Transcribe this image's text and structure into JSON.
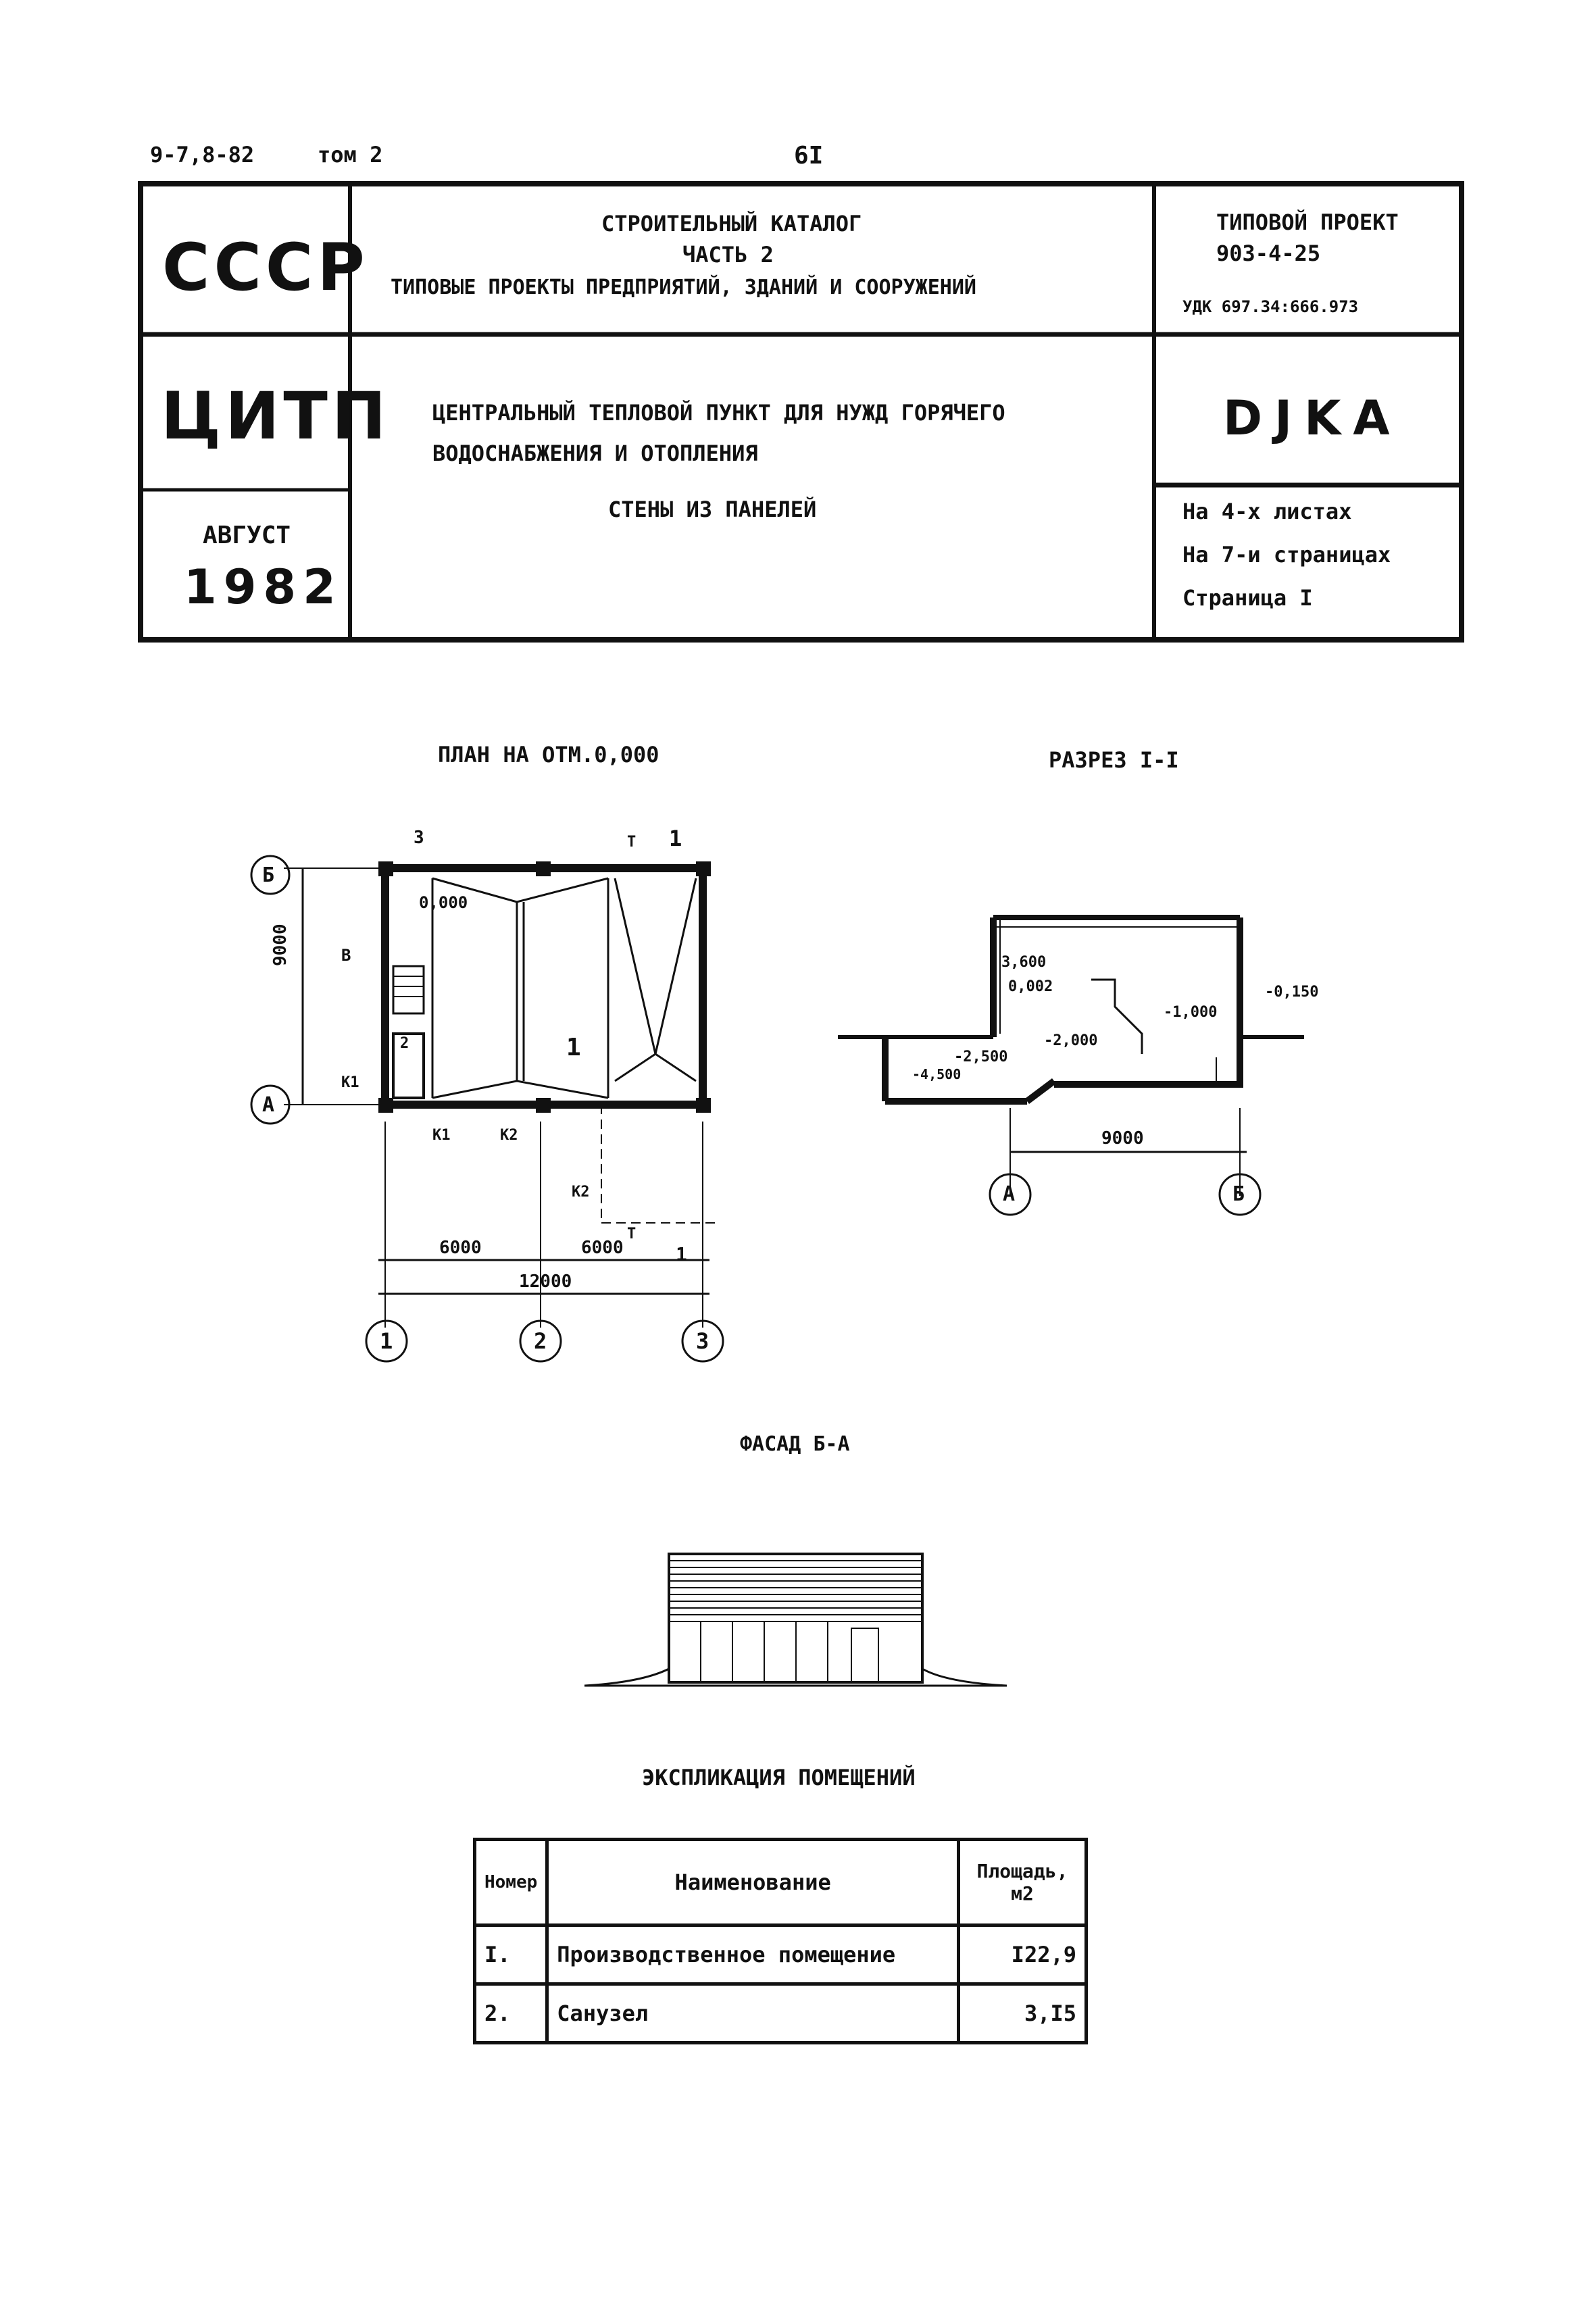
{
  "header": {
    "doc_code": "9-7,8-82",
    "volume": "том 2",
    "page_number": "6I"
  },
  "title_block": {
    "country": "СССР",
    "org": "ЦИТП",
    "month": "АВГУСТ",
    "year": "1982",
    "catalog_line1": "СТРОИТЕЛЬНЫЙ КАТАЛОГ",
    "catalog_line2": "ЧАСТЬ 2",
    "catalog_line3": "ТИПОВЫЕ ПРОЕКТЫ ПРЕДПРИЯТИЙ, ЗДАНИЙ И СООРУЖЕНИЙ",
    "project_label": "ТИПОВОЙ ПРОЕКТ",
    "project_number": "903-4-25",
    "udk": "УДК 697.34:666.973",
    "name_line1": "ЦЕНТРАЛЬНЫЙ ТЕПЛОВОЙ ПУНКТ ДЛЯ НУЖД ГОРЯЧЕГО",
    "name_line2": "ВОДОСНАБЖЕНИЯ И ОТОПЛЕНИЯ",
    "name_line3": "СТЕНЫ ИЗ ПАНЕЛЕЙ",
    "code": "DJKA",
    "sheets": "На 4-х листах",
    "pages": "На 7-и страницах",
    "page": "Страница I"
  },
  "plan": {
    "title": "ПЛАН НА ОТМ.0,000",
    "axis_b": "Б",
    "axis_a": "А",
    "axis_1": "1",
    "axis_2": "2",
    "axis_3": "3",
    "dim_9000": "9000",
    "dim_6000_left": "6000",
    "dim_6000_right": "6000",
    "dim_12000": "12000",
    "level": "0,000",
    "room_1": "1",
    "room_2": "2",
    "mark_3": "3",
    "mark_1": "1",
    "mark_v": "В",
    "mark_k1_left": "К1",
    "mark_k1_bottom": "К1",
    "mark_k2_bottom": "К2",
    "mark_k2": "К2",
    "mark_t_top": "Т",
    "mark_t_bottom": "Т",
    "mark_1_bottom": "1"
  },
  "section": {
    "title": "РАЗРЕЗ I-I",
    "l_3600": "3,600",
    "l_0002": "0,002",
    "l_m2500": "-2,500",
    "l_m2000": "-2,000",
    "l_m1000": "-1,000",
    "l_m0150": "-0,150",
    "l_m4500": "-4,500",
    "dim_9000": "9000",
    "axis_a": "А",
    "axis_b": "Б"
  },
  "facade": {
    "title": "ФАСАД Б-А"
  },
  "explication": {
    "title": "ЭКСПЛИКАЦИЯ ПОМЕЩЕНИЙ",
    "col_num": "Номер",
    "col_name": "Наименование",
    "col_area": "Площадь, м2",
    "rows": [
      {
        "num": "I.",
        "name": "Производственное помещение",
        "area": "I22,9"
      },
      {
        "num": "2.",
        "name": "Санузел",
        "area": "3,I5"
      }
    ]
  }
}
